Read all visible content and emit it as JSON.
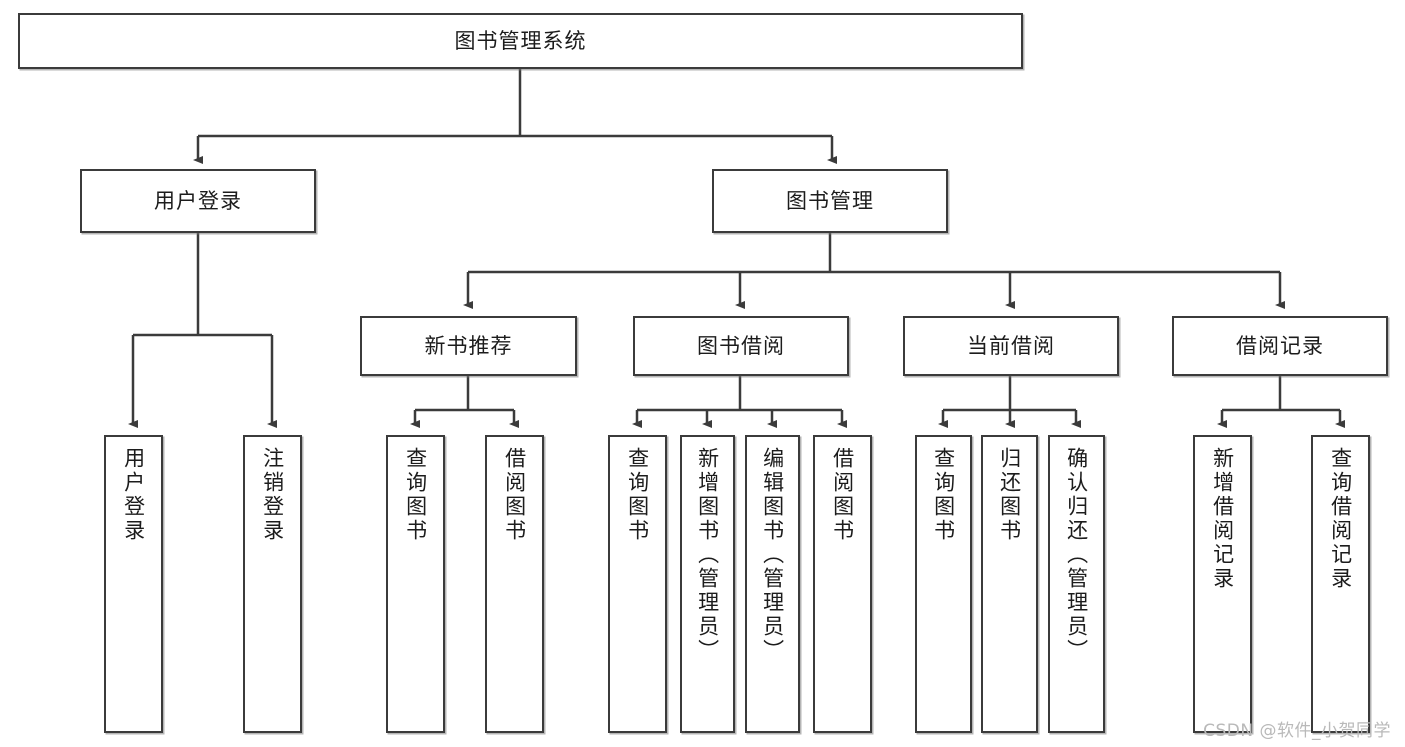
{
  "diagram": {
    "title_node": {
      "label": "图书管理系统"
    },
    "level1": [
      {
        "id": "user-login",
        "label": "用户登录"
      },
      {
        "id": "book-manage",
        "label": "图书管理"
      }
    ],
    "level2": [
      {
        "id": "new-book-recommend",
        "label": "新书推荐"
      },
      {
        "id": "book-borrow",
        "label": "图书借阅"
      },
      {
        "id": "current-borrow",
        "label": "当前借阅"
      },
      {
        "id": "borrow-record",
        "label": "借阅记录"
      }
    ],
    "leaves": [
      {
        "id": "leaf-user-login",
        "label": "用户登录",
        "parent": "user-login"
      },
      {
        "id": "leaf-logout-login",
        "label": "注销登录",
        "parent": "user-login"
      },
      {
        "id": "leaf-query-book-1",
        "label": "查询图书",
        "parent": "new-book-recommend"
      },
      {
        "id": "leaf-borrow-book-1",
        "label": "借阅图书",
        "parent": "new-book-recommend"
      },
      {
        "id": "leaf-query-book-2",
        "label": "查询图书",
        "parent": "book-borrow"
      },
      {
        "id": "leaf-add-book",
        "label": "新增图书（管理员）",
        "parent": "book-borrow"
      },
      {
        "id": "leaf-edit-book",
        "label": "编辑图书（管理员）",
        "parent": "book-borrow"
      },
      {
        "id": "leaf-borrow-book-2",
        "label": "借阅图书",
        "parent": "book-borrow"
      },
      {
        "id": "leaf-query-book-3",
        "label": "查询图书",
        "parent": "current-borrow"
      },
      {
        "id": "leaf-return-book",
        "label": "归还图书",
        "parent": "current-borrow"
      },
      {
        "id": "leaf-confirm-return",
        "label": "确认归还（管理员）",
        "parent": "current-borrow"
      },
      {
        "id": "leaf-add-record",
        "label": "新增借阅记录",
        "parent": "borrow-record"
      },
      {
        "id": "leaf-query-record",
        "label": "查询借阅记录",
        "parent": "borrow-record"
      }
    ],
    "watermark": "CSDN @软件_小贺同学",
    "colors": {
      "stroke": "#3b3b3b",
      "text": "#1c1c1c",
      "background": "#ffffff",
      "watermark": "#b9b9b9"
    }
  }
}
